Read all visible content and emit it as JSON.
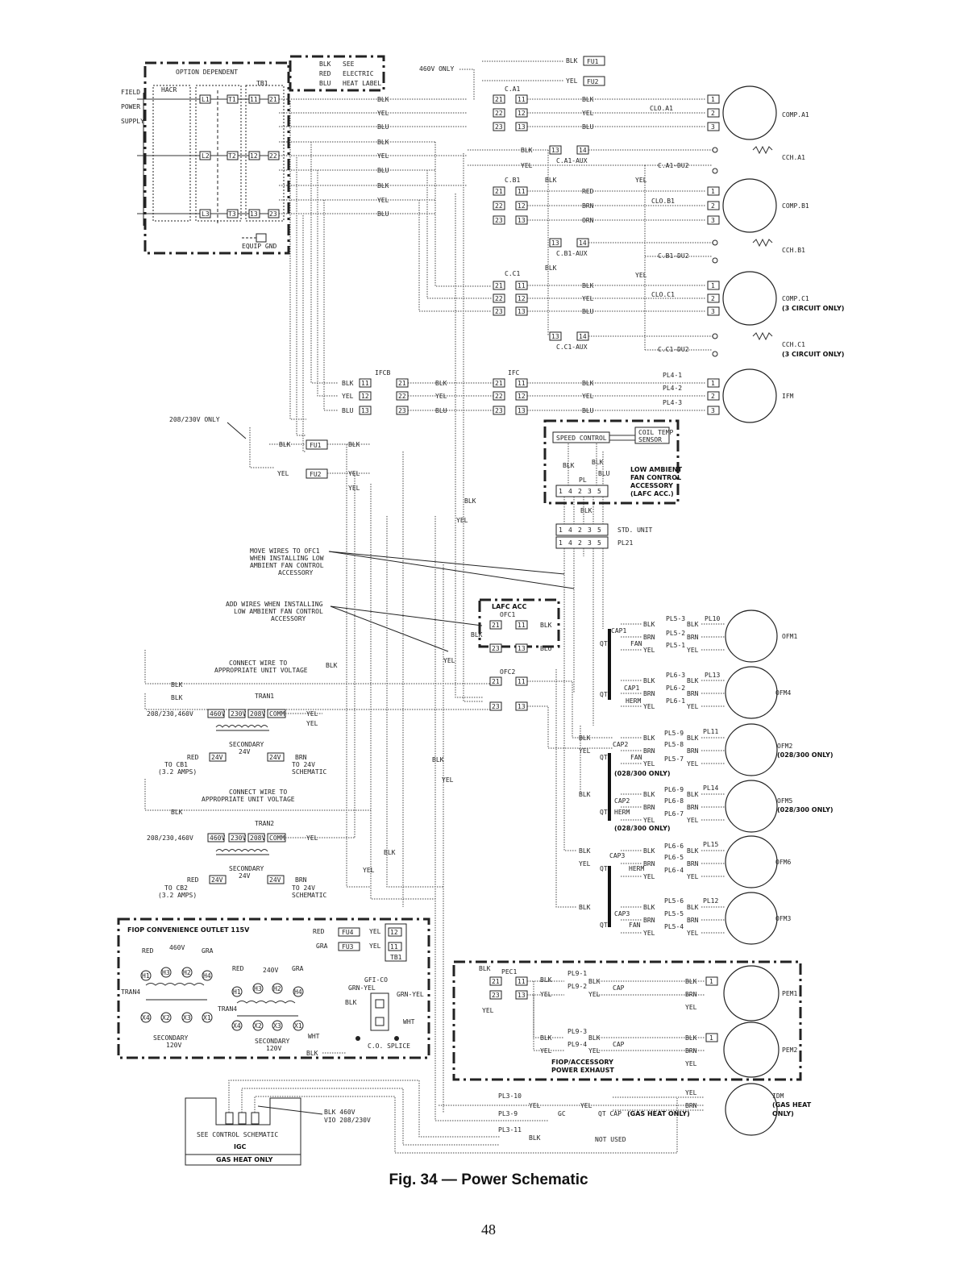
{
  "figure": {
    "caption": "Fig. 34 — Power Schematic",
    "page_number": "48"
  },
  "supply": {
    "field_power_supply": [
      "FIELD",
      "POWER",
      "SUPPLY"
    ],
    "option_dependent": "OPTION DEPENDENT",
    "hacr": "HACR",
    "tb1": "TB1",
    "equip_gnd": "EQUIP GND",
    "terminals_l": [
      "L1",
      "L2",
      "L3"
    ],
    "terminals_t": [
      "T1",
      "T2",
      "T3"
    ],
    "tb_in": [
      "11",
      "12",
      "13"
    ],
    "tb_out": [
      "21",
      "22",
      "23"
    ],
    "see_electric_heat": [
      "BLK",
      "RED",
      "BLU",
      "SEE",
      "ELECTRIC",
      "HEAT LABEL"
    ],
    "v460_only": "460V ONLY",
    "v208_230_only": "208/230V ONLY"
  },
  "fuses": {
    "top": [
      "FU1",
      "FU2"
    ],
    "mid": [
      "FU1",
      "FU2"
    ],
    "convenience": [
      "FU4",
      "FU3"
    ]
  },
  "compressors": [
    {
      "contactor": "C.A1",
      "overload": "CLO.A1",
      "motor": "COMP.A1",
      "wires": [
        "BLK",
        "YEL",
        "BLU"
      ],
      "note": ""
    },
    {
      "contactor": "C.B1",
      "overload": "CLO.B1",
      "motor": "COMP.B1",
      "wires": [
        "RED",
        "BRN",
        "ORN"
      ],
      "note": ""
    },
    {
      "contactor": "C.C1",
      "overload": "CLO.C1",
      "motor": "COMP.C1",
      "wires": [
        "BLK",
        "YEL",
        "BLU"
      ],
      "note": "(3 CIRCUIT ONLY)"
    }
  ],
  "crankcase_heaters": [
    {
      "aux": "C.A1-AUX",
      "du": "C.A1-DU2",
      "heater": "CCH.A1",
      "note": ""
    },
    {
      "aux": "C.B1-AUX",
      "du": "C.B1-DU2",
      "heater": "CCH.B1",
      "note": ""
    },
    {
      "aux": "C.C1-AUX",
      "du": "C.C1-DU2",
      "heater": "CCH.C1",
      "note": "(3 CIRCUIT ONLY)"
    }
  ],
  "contact_numbers": {
    "line": [
      "21",
      "22",
      "23"
    ],
    "load": [
      "11",
      "12",
      "13"
    ],
    "aux": [
      "13",
      "14"
    ],
    "motor_term": [
      "1",
      "2",
      "3"
    ]
  },
  "indoor_fan": {
    "ifcb": "IFCB",
    "ifc": "IFC",
    "motor": "IFM",
    "plugs": [
      "PL4-1",
      "PL4-2",
      "PL4-3"
    ],
    "wires": [
      "BLK",
      "YEL",
      "BLU"
    ]
  },
  "lafc": {
    "speed_control": "SPEED CONTROL",
    "coil_temp_sensor": [
      "COIL TEMP",
      "SENSOR"
    ],
    "title": [
      "LOW AMBIENT",
      "FAN CONTROL",
      "ACCESSORY",
      "(LAFC ACC.)"
    ],
    "pl": "PL",
    "std_unit": "STD. UNIT",
    "pl21": "PL21",
    "pins": [
      "1",
      "4",
      "2",
      "3",
      "5"
    ],
    "lafc_acc": "LAFC ACC",
    "ofc1": "OFC1",
    "ofc2": "OFC2"
  },
  "notes": {
    "move_wires": [
      "MOVE WIRES TO OFC1",
      "WHEN INSTALLING LOW",
      "AMBIENT FAN CONTROL",
      "ACCESSORY"
    ],
    "add_wires": [
      "ADD WIRES WHEN INSTALLING",
      "LOW AMBIENT FAN CONTROL",
      "ACCESSORY"
    ],
    "connect_wire": [
      "CONNECT WIRE TO",
      "APPROPRIATE UNIT VOLTAGE"
    ]
  },
  "transformers": [
    {
      "name": "TRAN1",
      "taps": [
        "460V",
        "230V",
        "208V",
        "COMM"
      ],
      "secondary": [
        "SECONDARY",
        "24V"
      ],
      "to": [
        "TO CB1",
        "(3.2 AMPS)"
      ],
      "schematic": [
        "TO 24V",
        "SCHEMATIC"
      ],
      "primary_label": "208/230,460V"
    },
    {
      "name": "TRAN2",
      "taps": [
        "460V",
        "230V",
        "208V",
        "COMM"
      ],
      "secondary": [
        "SECONDARY",
        "24V"
      ],
      "to": [
        "TO CB2",
        "(3.2 AMPS)"
      ],
      "schematic": [
        "TO 24V",
        "SCHEMATIC"
      ],
      "primary_label": "208/230,460V"
    }
  ],
  "outdoor_fans": [
    {
      "motor": "OFM1",
      "cap": "CAP1",
      "type": "FAN",
      "plugs": [
        "PL5-3",
        "PL5-2",
        "PL5-1"
      ],
      "plug": "PL10",
      "note": ""
    },
    {
      "motor": "OFM4",
      "cap": "CAP1",
      "type": "HERM",
      "plugs": [
        "PL6-3",
        "PL6-2",
        "PL6-1"
      ],
      "plug": "PL13",
      "note": ""
    },
    {
      "motor": "OFM2",
      "cap": "CAP2",
      "type": "FAN",
      "plugs": [
        "PL5-9",
        "PL5-8",
        "PL5-7"
      ],
      "plug": "PL11",
      "note": "(028/300 ONLY)"
    },
    {
      "motor": "OFM5",
      "cap": "CAP2",
      "type": "HERM",
      "plugs": [
        "PL6-9",
        "PL6-8",
        "PL6-7"
      ],
      "plug": "PL14",
      "note": "(028/300 ONLY)"
    },
    {
      "motor": "OFM6",
      "cap": "CAP3",
      "type": "HERM",
      "plugs": [
        "PL6-6",
        "PL6-5",
        "PL6-4"
      ],
      "plug": "PL15",
      "note": ""
    },
    {
      "motor": "OFM3",
      "cap": "CAP3",
      "type": "FAN",
      "plugs": [
        "PL5-6",
        "PL5-5",
        "PL5-4"
      ],
      "plug": "PL12",
      "note": ""
    }
  ],
  "fan_wires": [
    "BLK",
    "BRN",
    "YEL"
  ],
  "qt": "QT",
  "convenience_outlet": {
    "title": "FIOP CONVENIENCE OUTLET 115V",
    "v460": "460V",
    "v240": "240V",
    "tran4": "TRAN4",
    "secondary": [
      "SECONDARY",
      "120V"
    ],
    "h_terms": [
      "H1",
      "H3",
      "H2",
      "H4"
    ],
    "x_terms": [
      "X4",
      "X2",
      "X3",
      "X1"
    ],
    "gfi": "GFI-CO",
    "co_splice": "C.O. SPLICE",
    "wires": [
      "RED",
      "GRA",
      "GRN-YEL",
      "BLK",
      "WHT"
    ],
    "tb1_terms": [
      "12",
      "11"
    ]
  },
  "power_exhaust": {
    "pec1": "PEC1",
    "motors": [
      "PEM1",
      "PEM2"
    ],
    "plugs": [
      "PL9-1",
      "PL9-2",
      "PL9-3",
      "PL9-4"
    ],
    "cap": "CAP",
    "title": [
      "FIOP/ACCESSORY",
      "POWER EXHAUST"
    ]
  },
  "gas_heat": {
    "igc": "IGC",
    "see_control": "SEE CONTROL SCHEMATIC",
    "gas_heat_only": "GAS HEAT ONLY",
    "blk_460": [
      "BLK 460V",
      "VIO 208/230V"
    ],
    "plugs": [
      "PL3-10",
      "PL3-9",
      "PL3-11"
    ],
    "gc": "GC",
    "qt_cap": "QT CAP",
    "gas_heat_note": "(GAS HEAT ONLY)",
    "not_used": "NOT USED",
    "motor": "IDM",
    "motor_note": [
      "(GAS HEAT",
      "ONLY)"
    ]
  }
}
